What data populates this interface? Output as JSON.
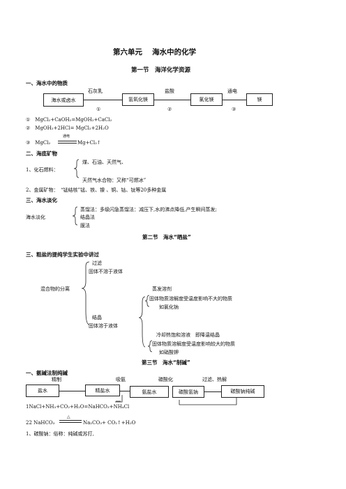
{
  "title": "第六单元　 海水中的化学",
  "sec1": {
    "heading": "第一节　海洋化学资源",
    "h1": "一、海水中的物质",
    "flow": {
      "box1": "海水或卤水",
      "arrow1": "石灰乳",
      "box2": "氢氧化镁",
      "arrow2": "盐酸",
      "box3": "氯化镁",
      "arrow3": "通电",
      "box4": "镁",
      "n1": "①",
      "n2": "②",
      "n3": "③"
    },
    "eq1": "①　MgCl₂+CaOH₂=MgOH₂+CaCl₂",
    "eq2": "②　MgOH₂+2HCl= MgCl₂+2H₂O",
    "eq3_prefix": "③　MgCl₂",
    "eq3_cond": "通电",
    "eq3_suffix": "Mg+Cl₂↑",
    "h2": "二、海底矿物",
    "fuel_label": "1、化石燃料：",
    "fuel_a": "煤、石油、天然气、",
    "fuel_b": "天然气水合物：又称“可燃冰”",
    "metal": "2、金属矿物：　“锰结核”锰、铁、镍 、铜、钴、钛等20多种金属",
    "h3": "三、海水淡化",
    "desal_label": "海水淡化",
    "desal_a": "蒸馏法：多级闪急蒸馏法：减压下,水的沸点降低,产生瞬间蒸发;",
    "desal_b": "结晶法",
    "desal_c": "膜法"
  },
  "sec2": {
    "heading": "第二节　海水“晒盐”",
    "h1": "三、粗盐的提纯学生实验中讲过",
    "root": "混合物的分离",
    "filter": "过滤",
    "insoluble": "固体不溶于液体",
    "evap": "蒸发溶剂",
    "evap_desc": "固体物质溶解度受温度影响不大的物质",
    "evap_ex": "如氯化钠",
    "cryst": "结晶",
    "soluble": "固体溶于液体",
    "cool": "冷却热饱和溶液　即降温结晶",
    "cool_desc": "固体物质溶解度受温度影响较大的物质",
    "cool_ex": "如硝酸钾"
  },
  "sec3": {
    "heading": "第三节　海水“制碱”",
    "h1": "一、氨碱法制纯碱",
    "flow": {
      "box1": "盐水",
      "a1": "精制",
      "box2": "精盐水",
      "a2": "吸氨",
      "box3": "氨盐水",
      "a3": "碳酸化",
      "box4": "碳酸氢钠",
      "a4": "过滤、热解",
      "box5": "碳酸钠纯碱"
    },
    "eq1": "1NaCl+NH₃+CO₂+H₂O=NaHCO₃+NH₄Cl",
    "eq2_prefix": "22 NaHCO₃",
    "eq2_cond": "△",
    "eq2_suffix": "Na₂CO₃+ CO₂↑+H₂O",
    "note": "1、碳酸钠：俗称：纯碱或苏打,"
  }
}
